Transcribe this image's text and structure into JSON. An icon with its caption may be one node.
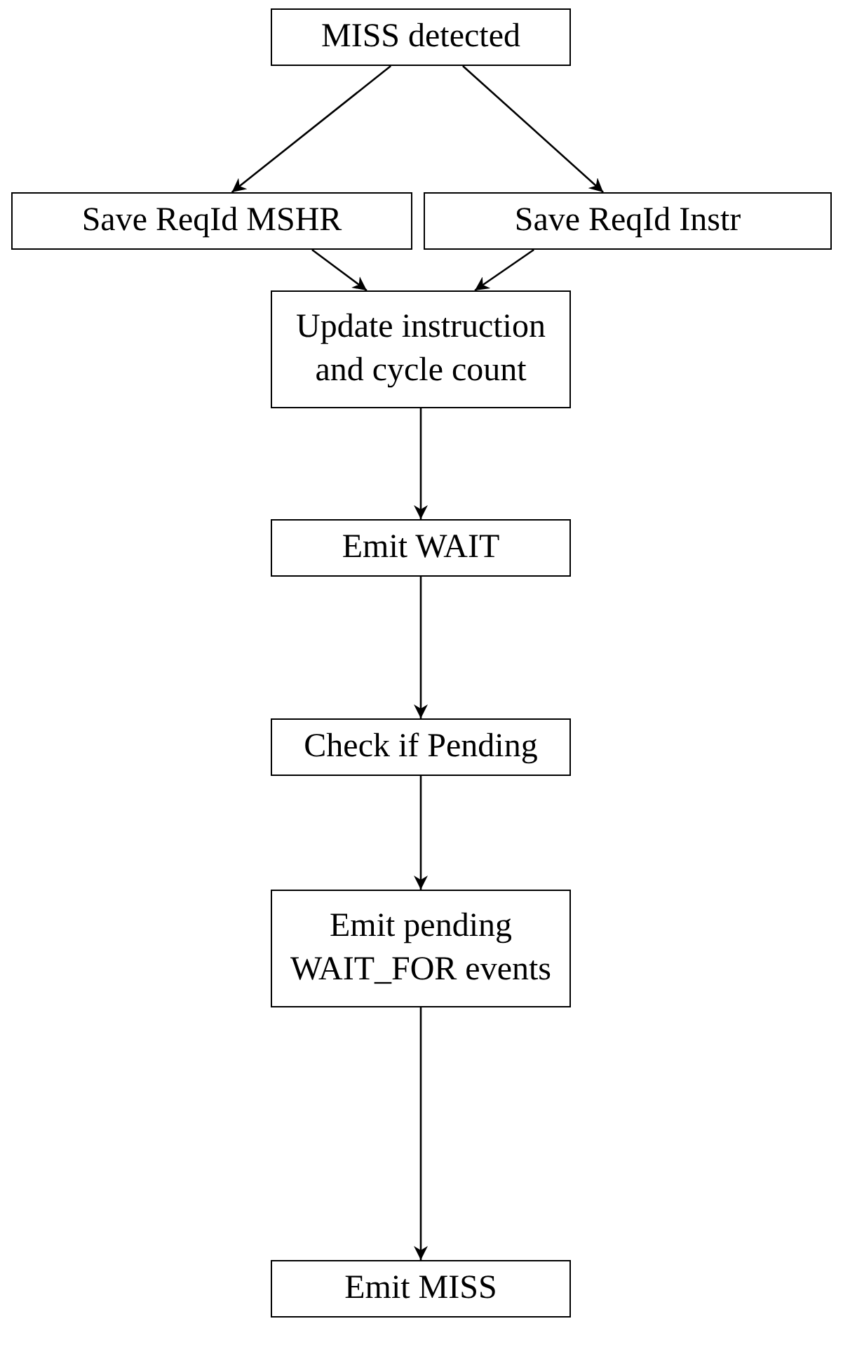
{
  "diagram": {
    "nodes": [
      {
        "text": [
          "MISS detected"
        ]
      },
      {
        "text": [
          "Save ReqId MSHR"
        ]
      },
      {
        "text": [
          "Save ReqId Instr"
        ]
      },
      {
        "text": [
          "Update instruction and cycle count"
        ]
      },
      {
        "text": [
          "Emit WAIT"
        ]
      },
      {
        "text": [
          "Check if Pending"
        ]
      },
      {
        "text": [
          "Emit pending WAIT_FOR events"
        ]
      },
      {
        "text": [
          "Emit MISS"
        ]
      }
    ],
    "edges": [
      {
        "from": 0,
        "to": 1,
        "arrow": "to"
      },
      {
        "from": 0,
        "to": 2,
        "arrow": "to"
      },
      {
        "from": 1,
        "to": 3,
        "arrow": "to"
      },
      {
        "from": 2,
        "to": 3,
        "arrow": "to"
      },
      {
        "from": 3,
        "to": 4,
        "arrow": "to"
      },
      {
        "from": 4,
        "to": 5,
        "arrow": "to"
      },
      {
        "from": 5,
        "to": 6,
        "arrow": "to"
      },
      {
        "from": 6,
        "to": 7,
        "arrow": "to"
      }
    ]
  }
}
